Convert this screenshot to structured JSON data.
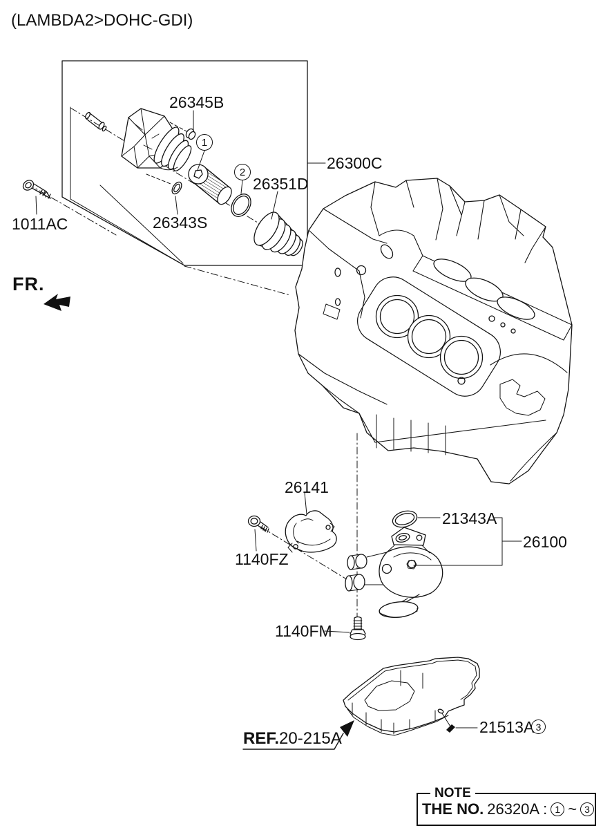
{
  "title": "(LAMBDA2>DOHC-GDI)",
  "fr_label": "FR.",
  "parts": {
    "p26345B": "26345B",
    "p26300C": "26300C",
    "p26351D": "26351D",
    "p26343S": "26343S",
    "p1011AC": "1011AC",
    "p26141": "26141",
    "p1140FZ": "1140FZ",
    "p21343A": "21343A",
    "p26100": "26100",
    "p1140FM": "1140FM",
    "p21513A": "21513A"
  },
  "callouts": {
    "one": "1",
    "two": "2",
    "three": "3"
  },
  "ref": {
    "bold": "REF.",
    "rest": "20-215A"
  },
  "note": {
    "heading": "NOTE",
    "prefix": "THE NO.",
    "number": "26320A",
    "colon": ":",
    "first": "1",
    "tilde": "~",
    "last": "3"
  }
}
